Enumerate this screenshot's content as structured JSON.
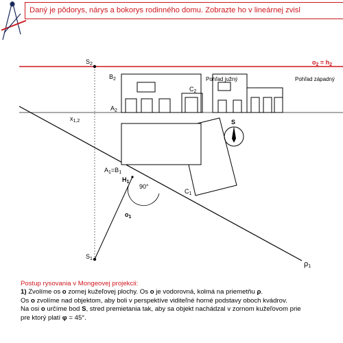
{
  "header": {
    "title": "Daný je pôdorys, nárys a bokorys rodinného domu. Zobrazte ho v lineárnej zvisl"
  },
  "labels": {
    "s2": "S",
    "s2_sub": "2",
    "o2h2": "o",
    "o2h2_sub": "2",
    "o2h2_eq": " = h",
    "o2h2_sub2": "2",
    "b2": "B",
    "b2_sub": "2",
    "a2": "A",
    "a2_sub": "2",
    "c2": "C",
    "c2_sub": "2",
    "south_view": "Pohľad južný",
    "west_view": "Pohľad západný",
    "x12": "x",
    "x12_sub": "1,2",
    "compass": "S",
    "a1b1": "A",
    "a1b1_sub": "1",
    "a1b1_eq": "=B",
    "a1b1_sub2": "1",
    "h1": "H",
    "h1_sub": "1",
    "angle": "90°",
    "c1": "C",
    "c1_sub": "1",
    "o1": "o",
    "o1_sub": "1",
    "s1": "S",
    "s1_sub": "1",
    "rho1": "ρ",
    "rho1_sub": "1"
  },
  "procedure": {
    "title": "Postup rysovania v Mongeovej projekcii:",
    "step_no": "1)",
    "l1a": " Zvolíme os ",
    "l1b": "o",
    "l1c": " zornej kužeľovej plochy. Os ",
    "l1d": "o",
    "l1e": " je vodorovná, kolmá na priemetňu ",
    "l1f": "ρ",
    "l1g": ".",
    "l2a": "Os ",
    "l2b": "o",
    "l2c": " zvolíme nad objektom, aby boli v perspektíve viditeľné horné podstavy oboch kvádrov.",
    "l3a": "Na osi ",
    "l3b": "o",
    "l3c": " určíme bod ",
    "l3d": "S",
    "l3e": ", stred premietania tak, aby sa objekt nachádzal v zornom kužeľovom prie",
    "l4a": "pre ktorý platí ",
    "l4b": "φ",
    "l4c": " = 45°."
  }
}
